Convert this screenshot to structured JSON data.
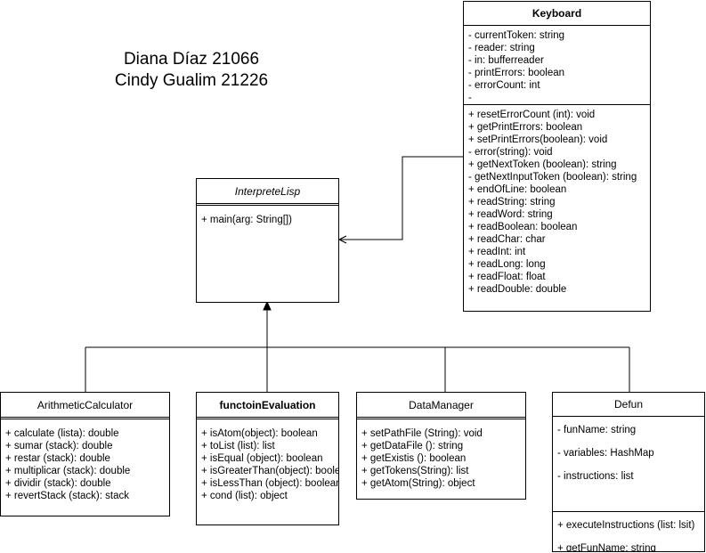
{
  "authors": [
    "Diana Díaz 21066",
    "Cindy Gualim 21226"
  ],
  "keyboard": {
    "name": "Keyboard",
    "attributes": [
      "- currentToken: string",
      "- reader: string",
      "- in: bufferreader",
      "- printErrors: boolean",
      "- errorCount: int",
      "-"
    ],
    "methods": [
      "+ resetErrorCount (int): void",
      "+ getPrintErrors: boolean",
      "+ setPrintErrors(boolean): void",
      "- error(string): void",
      "+ getNextToken (boolean): string",
      "- getNextInputToken (boolean): string",
      "+ endOfLine: boolean",
      "+ readString: string",
      "+ readWord: string",
      "+ readBoolean: boolean",
      "+ readChar: char",
      "+ readInt: int",
      "+ readLong: long",
      "+ readFloat: float",
      "+ readDouble: double"
    ]
  },
  "interprete": {
    "name": "InterpreteLisp",
    "methods": [
      "+ main(arg: String[])"
    ]
  },
  "arithmetic": {
    "name": "ArithmeticCalculator",
    "methods": [
      "+ calculate (lista): double",
      "+ sumar (stack): double",
      "+ restar (stack): double",
      "+ multiplicar (stack): double",
      "+ dividir (stack): double",
      "+ revertStack (stack): stack"
    ]
  },
  "evaluation": {
    "name": "functoinEvaluation",
    "methods": [
      "+ isAtom(object): boolean",
      "+ toList (list): list",
      "+ isEqual (object): boolean",
      "+ isGreaterThan(object): boolean",
      "+ isLessThan (object): boolean",
      "+ cond (list): object"
    ]
  },
  "datamanager": {
    "name": "DataManager",
    "methods": [
      "+ setPathFile (String): void",
      "+ getDataFile (): string",
      "+ getExistis (): boolean",
      "+ getTokens(String): list",
      "+ getAtom(String): object"
    ]
  },
  "defun": {
    "name": "Defun",
    "attributes": [
      "- funName: string",
      "- variables: HashMap",
      "- instructions: list"
    ],
    "methods": [
      "+ executeInstructions (list: lsit)",
      "+ getFunName: string"
    ]
  }
}
